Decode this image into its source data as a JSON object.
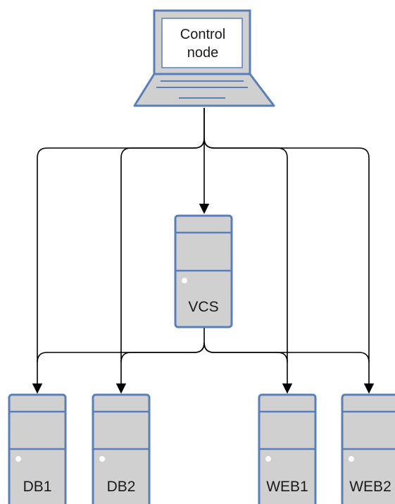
{
  "diagram": {
    "control_node": {
      "label_line1": "Control",
      "label_line2": "node"
    },
    "vcs": {
      "label": "VCS"
    },
    "servers": [
      {
        "label": "DB1"
      },
      {
        "label": "DB2"
      },
      {
        "label": "WEB1"
      },
      {
        "label": "WEB2"
      }
    ],
    "colors": {
      "device_fill": "#d0d0d0",
      "device_stroke": "#5a7fb8",
      "screen_fill": "#ffffff",
      "line": "#000000"
    }
  }
}
